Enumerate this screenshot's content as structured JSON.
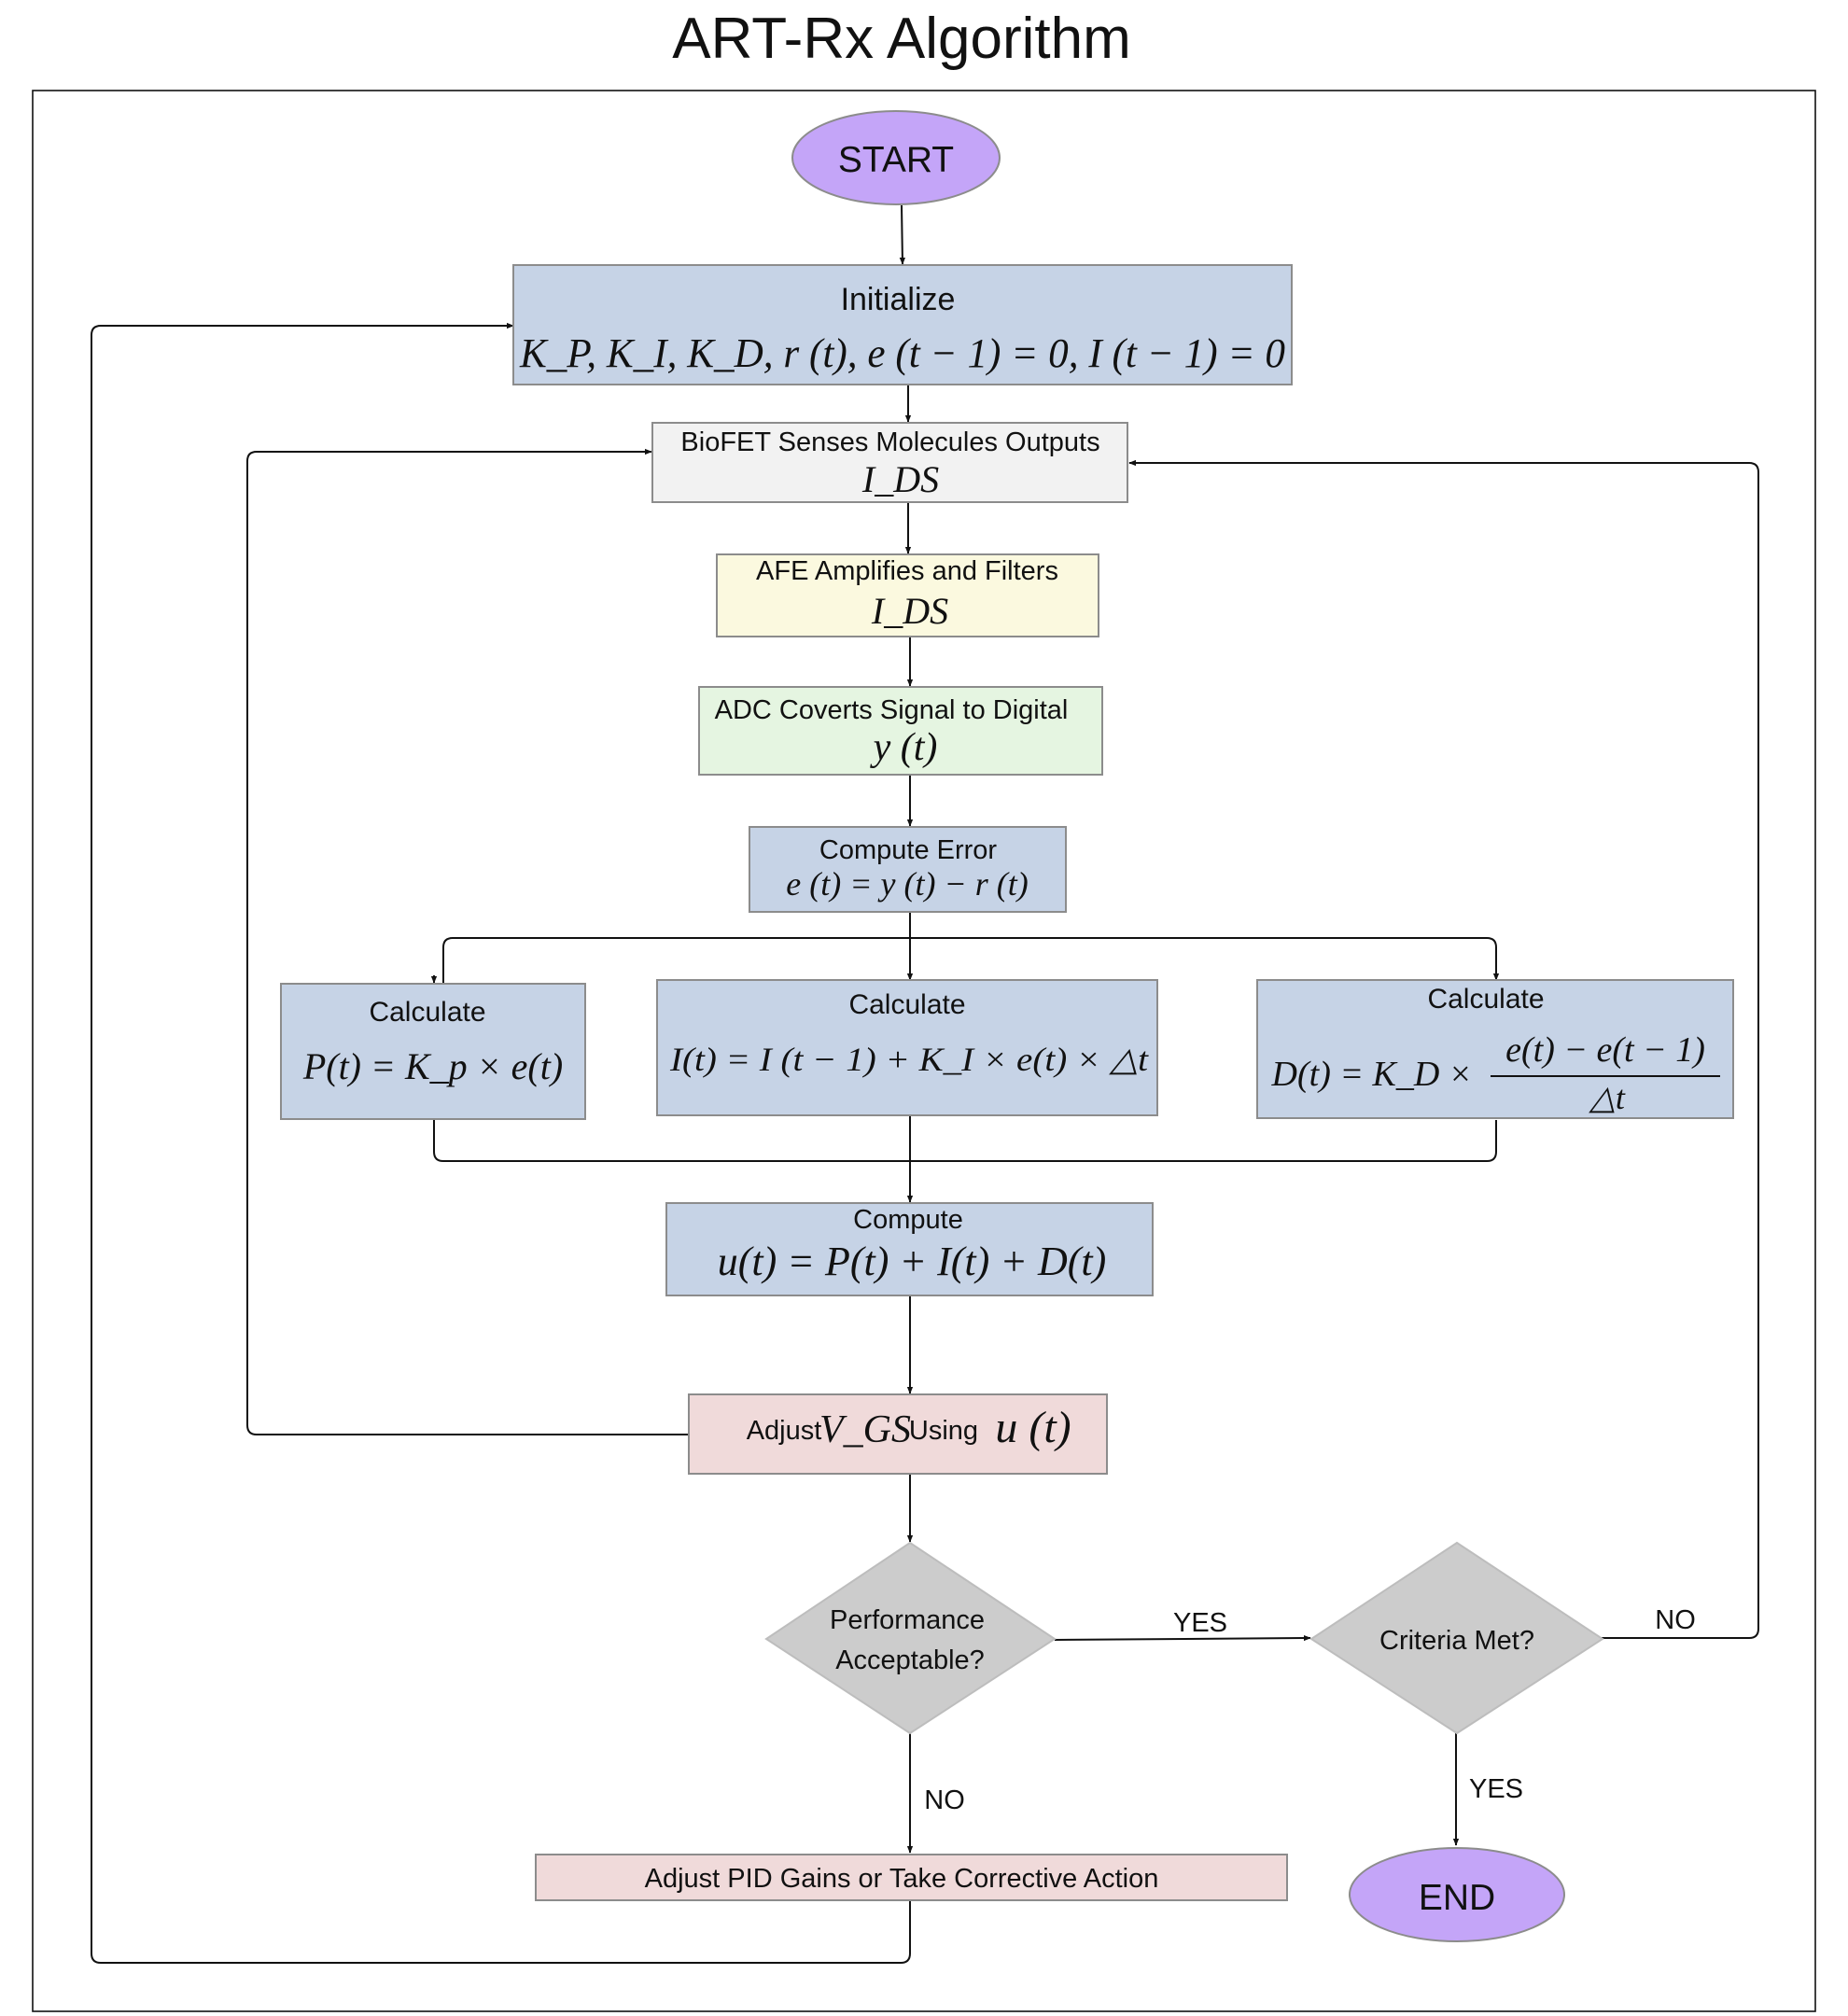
{
  "title": "ART-Rx Algorithm",
  "colors": {
    "terminal": "#c4a5f8",
    "process_blue": "#c6d3e6",
    "sense_gray": "#f2f2f2",
    "amplify_yellow": "#fbf9df",
    "adc_green": "#e5f5e1",
    "adjust_pink": "#f0dada",
    "decision_gray": "#cccccc",
    "stroke": "#8c8c8c",
    "line": "#111111"
  },
  "nodes": {
    "start": {
      "label": "START"
    },
    "initialize": {
      "label": "Initialize",
      "formula": "K_P, K_I, K_D, r (t), e (t − 1) = 0, I (t − 1) = 0"
    },
    "sense": {
      "label": "BioFET Senses Molecules Outputs",
      "formula": "I_DS"
    },
    "amplify": {
      "label": "AFE Amplifies and Filters",
      "formula": "I_DS"
    },
    "adc": {
      "label": "ADC Coverts Signal to Digital",
      "formula": "y (t)"
    },
    "error": {
      "label": "Compute Error",
      "formula": "e (t) = y (t) − r (t)"
    },
    "calc_p": {
      "label": "Calculate",
      "formula": "P(t) = K_p × e(t)"
    },
    "calc_i": {
      "label": "Calculate",
      "formula": "I(t) = I (t − 1) + K_I × e(t) × △t"
    },
    "calc_d": {
      "label": "Calculate",
      "formula_lhs": "D(t) = K_D ×",
      "numerator": "e(t) − e(t − 1)",
      "denominator": "△t"
    },
    "compute": {
      "label": "Compute",
      "formula": "u(t) = P(t) + I(t) + D(t)"
    },
    "adjust_vgs": {
      "label_before": "Adjust",
      "formula_vgs": "V_GS",
      "label_middle": "Using",
      "formula_u": "u (t)"
    },
    "performance": {
      "line1": "Performance",
      "line2": "Acceptable?"
    },
    "criteria": {
      "label": "Criteria Met?"
    },
    "adjust_pid": {
      "label": "Adjust PID Gains or Take Corrective Action"
    },
    "end": {
      "label": "END"
    }
  },
  "edges": {
    "performance_yes": "YES",
    "performance_no": "NO",
    "criteria_no": "NO",
    "criteria_yes": "YES"
  }
}
